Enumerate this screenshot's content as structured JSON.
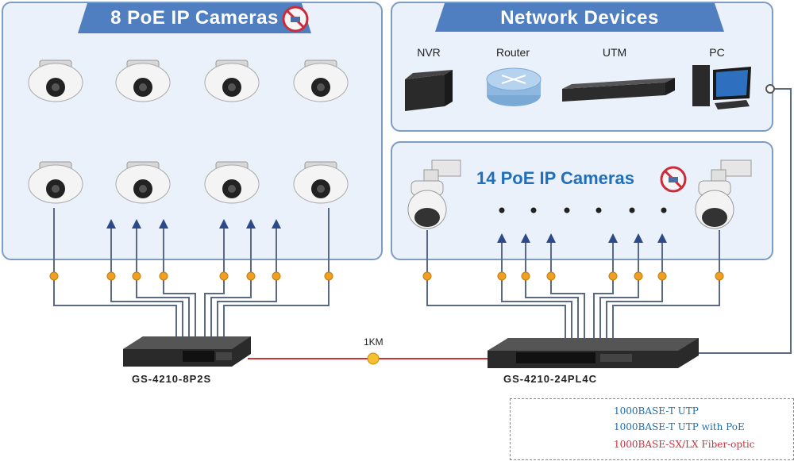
{
  "left_panel": {
    "title": "8 PoE IP Cameras"
  },
  "top_right_panel": {
    "title": "Network Devices",
    "devices": [
      "NVR",
      "Router",
      "UTM",
      "PC"
    ]
  },
  "bottom_right_panel": {
    "title": "14 PoE IP Cameras"
  },
  "link_distance": "1KM",
  "switches": {
    "left": "GS-4210-8P2S",
    "right": "GS-4210-24PL4C"
  },
  "legend": [
    {
      "label": "1000BASE-T UTP",
      "color": "#1a6fb5"
    },
    {
      "label": "1000BASE-T UTP with PoE",
      "color": "#1a6fb5"
    },
    {
      "label": "1000BASE-SX/LX Fiber-optic",
      "color": "#d1303a"
    }
  ],
  "colors": {
    "utp_line": "#5a6a86",
    "poe_marker": "#f0a020",
    "fiber": "#d1303a",
    "panel_header": "#4f7fc0"
  }
}
